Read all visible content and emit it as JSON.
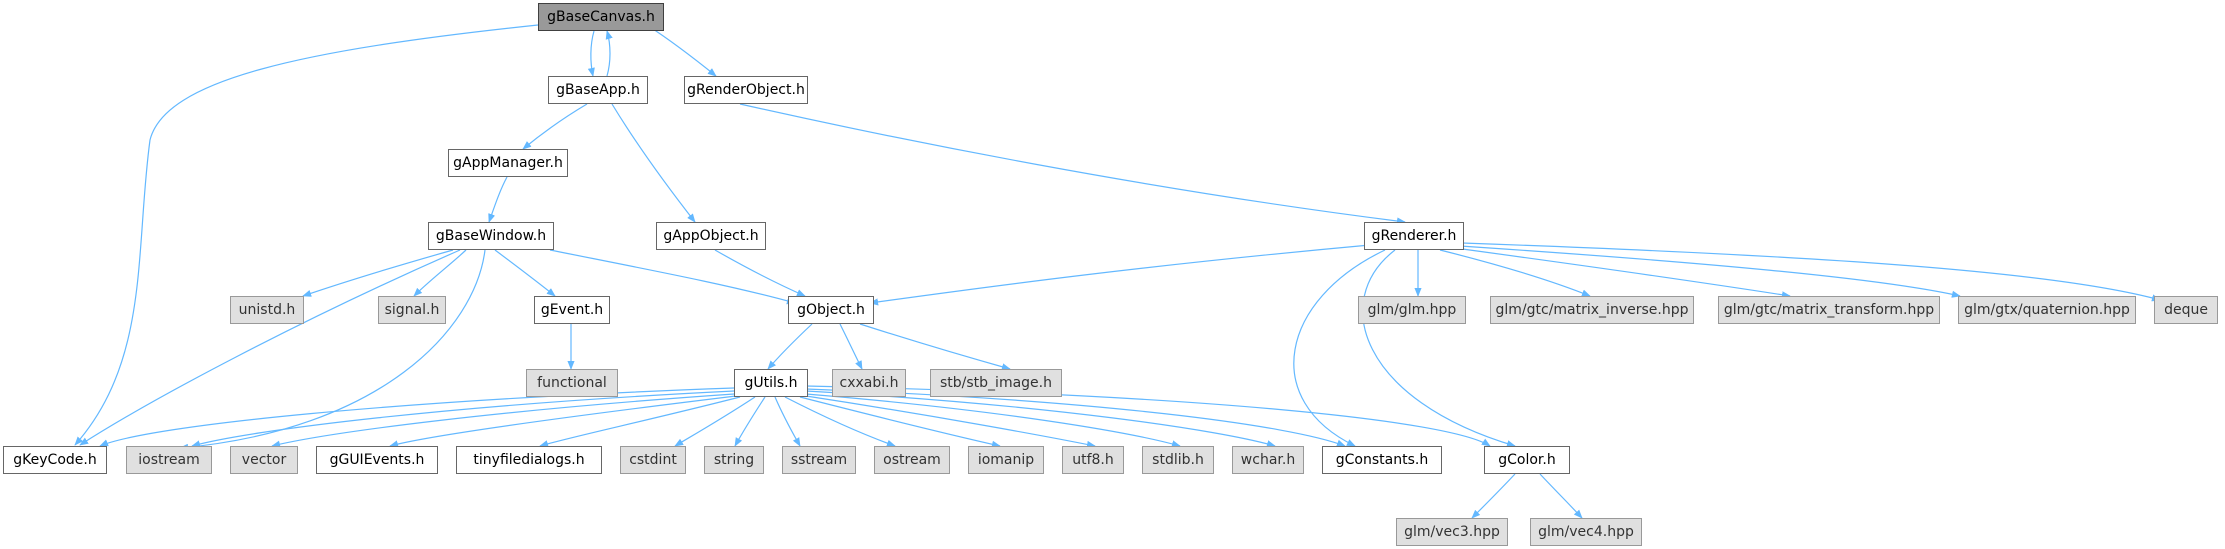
{
  "colors": {
    "edge": "#63b8ff",
    "root_fill": "#999999",
    "ext_fill": "#e0e0e0",
    "node_fill": "#ffffff"
  },
  "nodes": {
    "gBaseCanvas": "gBaseCanvas.h",
    "gBaseApp": "gBaseApp.h",
    "gRenderObject": "gRenderObject.h",
    "gAppManager": "gAppManager.h",
    "gBaseWindow": "gBaseWindow.h",
    "gAppObject": "gAppObject.h",
    "gRenderer": "gRenderer.h",
    "unistd": "unistd.h",
    "signal": "signal.h",
    "gEvent": "gEvent.h",
    "gObject": "gObject.h",
    "glm_glm": "glm/glm.hpp",
    "glm_inverse": "glm/gtc/matrix_inverse.hpp",
    "glm_transform": "glm/gtc/matrix_transform.hpp",
    "glm_quaternion": "glm/gtx/quaternion.hpp",
    "deque": "deque",
    "functional": "functional",
    "gUtils": "gUtils.h",
    "cxxabi": "cxxabi.h",
    "stb_image": "stb/stb_image.h",
    "gKeyCode": "gKeyCode.h",
    "iostream": "iostream",
    "vector": "vector",
    "gGUIEvents": "gGUIEvents.h",
    "tinyfiledialogs": "tinyfiledialogs.h",
    "cstdint": "cstdint",
    "string": "string",
    "sstream": "sstream",
    "ostream": "ostream",
    "iomanip": "iomanip",
    "utf8": "utf8.h",
    "stdlib": "stdlib.h",
    "wchar": "wchar.h",
    "gConstants": "gConstants.h",
    "gColor": "gColor.h",
    "glm_vec3": "glm/vec3.hpp",
    "glm_vec4": "glm/vec4.hpp"
  }
}
